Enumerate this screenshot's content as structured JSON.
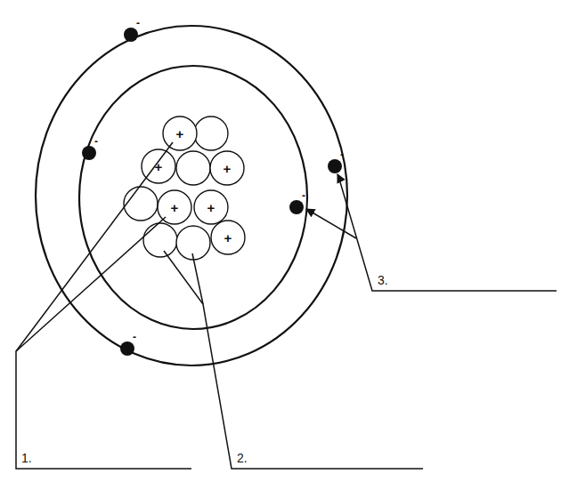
{
  "diagram": {
    "labels": [
      "1.",
      "2.",
      "3.",
      "+",
      "+",
      "+",
      "+",
      "+",
      "+",
      "-",
      "-",
      "-",
      "-",
      "-"
    ]
  }
}
